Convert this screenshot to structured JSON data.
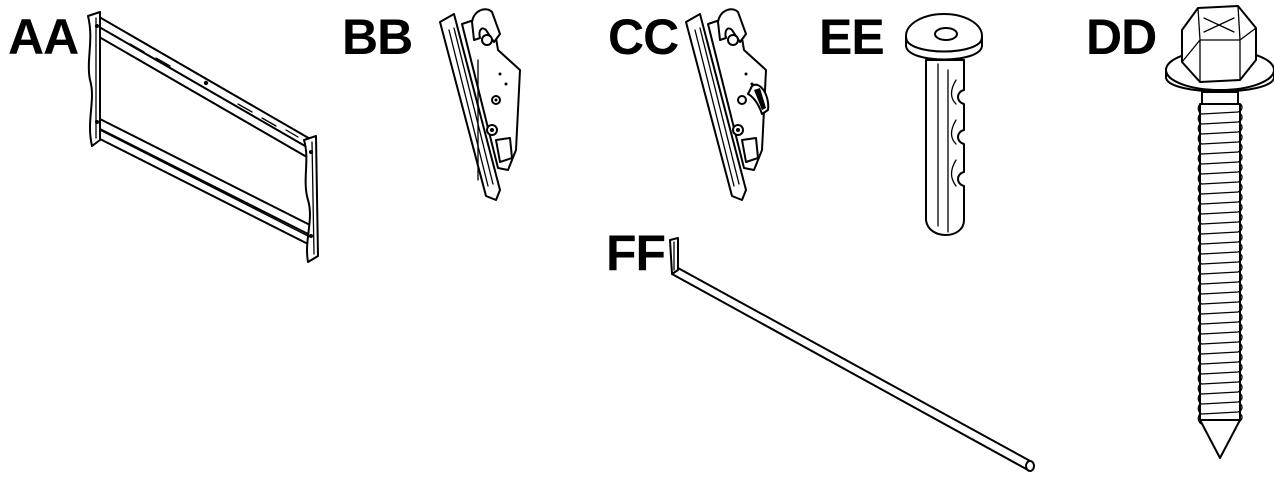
{
  "parts": [
    {
      "id": "AA",
      "label": "AA",
      "icon": "wall-plate-bracket-icon"
    },
    {
      "id": "BB",
      "label": "BB",
      "icon": "left-tilt-arm-icon"
    },
    {
      "id": "CC",
      "label": "CC",
      "icon": "right-tilt-arm-icon"
    },
    {
      "id": "EE",
      "label": "EE",
      "icon": "wall-anchor-icon"
    },
    {
      "id": "DD",
      "label": "DD",
      "icon": "lag-bolt-with-washer-icon"
    },
    {
      "id": "FF",
      "label": "FF",
      "icon": "allen-wrench-icon"
    }
  ],
  "colors": {
    "ink": "#000000",
    "paper": "#ffffff"
  }
}
